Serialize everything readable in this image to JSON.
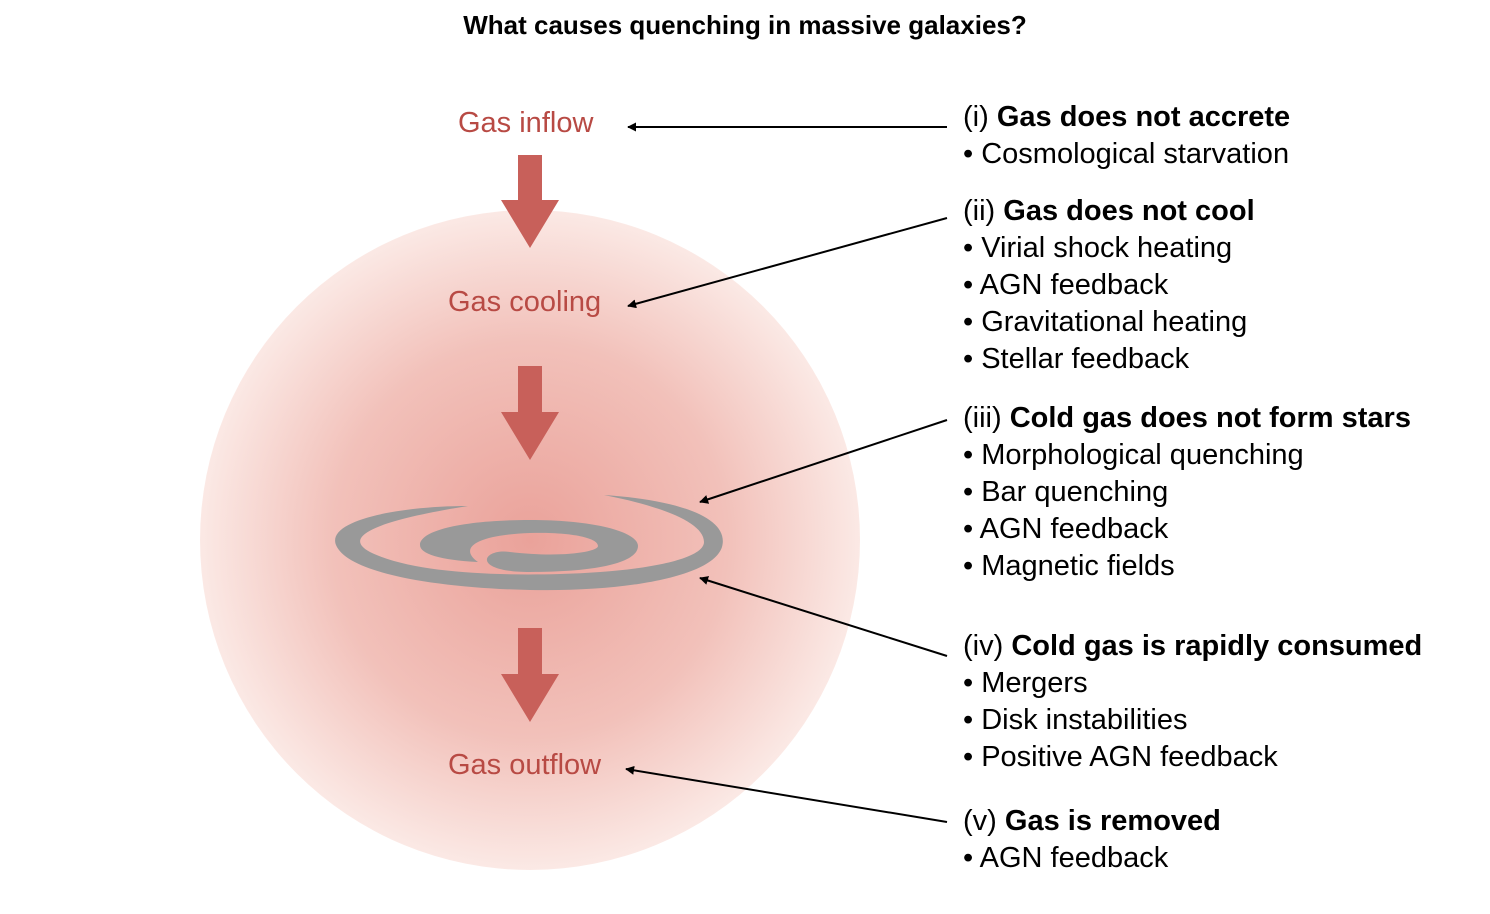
{
  "title": "What causes quenching in massive galaxies?",
  "flow": {
    "inflow": "Gas inflow",
    "cooling": "Gas cooling",
    "outflow": "Gas outflow"
  },
  "causes": [
    {
      "num": "(i)",
      "head": "Gas does not accrete",
      "items": [
        "• Cosmological starvation"
      ]
    },
    {
      "num": "(ii)",
      "head": "Gas does not cool",
      "items": [
        "• Virial shock heating",
        "• AGN feedback",
        "• Gravitational heating",
        "• Stellar feedback"
      ]
    },
    {
      "num": "(iii)",
      "head": "Cold gas does not form stars",
      "items": [
        "• Morphological quenching",
        "• Bar quenching",
        "• AGN feedback",
        "• Magnetic fields"
      ]
    },
    {
      "num": "(iv)",
      "head": "Cold gas is rapidly consumed",
      "items": [
        "• Mergers",
        "• Disk instabilities",
        "• Positive AGN feedback"
      ]
    },
    {
      "num": "(v)",
      "head": "Gas is removed",
      "items": [
        "• AGN feedback"
      ]
    }
  ],
  "colors": {
    "flow_arrow": "#c8605a",
    "flow_text": "#b84a44",
    "halo_center": "#eaa29a",
    "halo_edge": "#fbe8e4",
    "galaxy": "#999999"
  }
}
